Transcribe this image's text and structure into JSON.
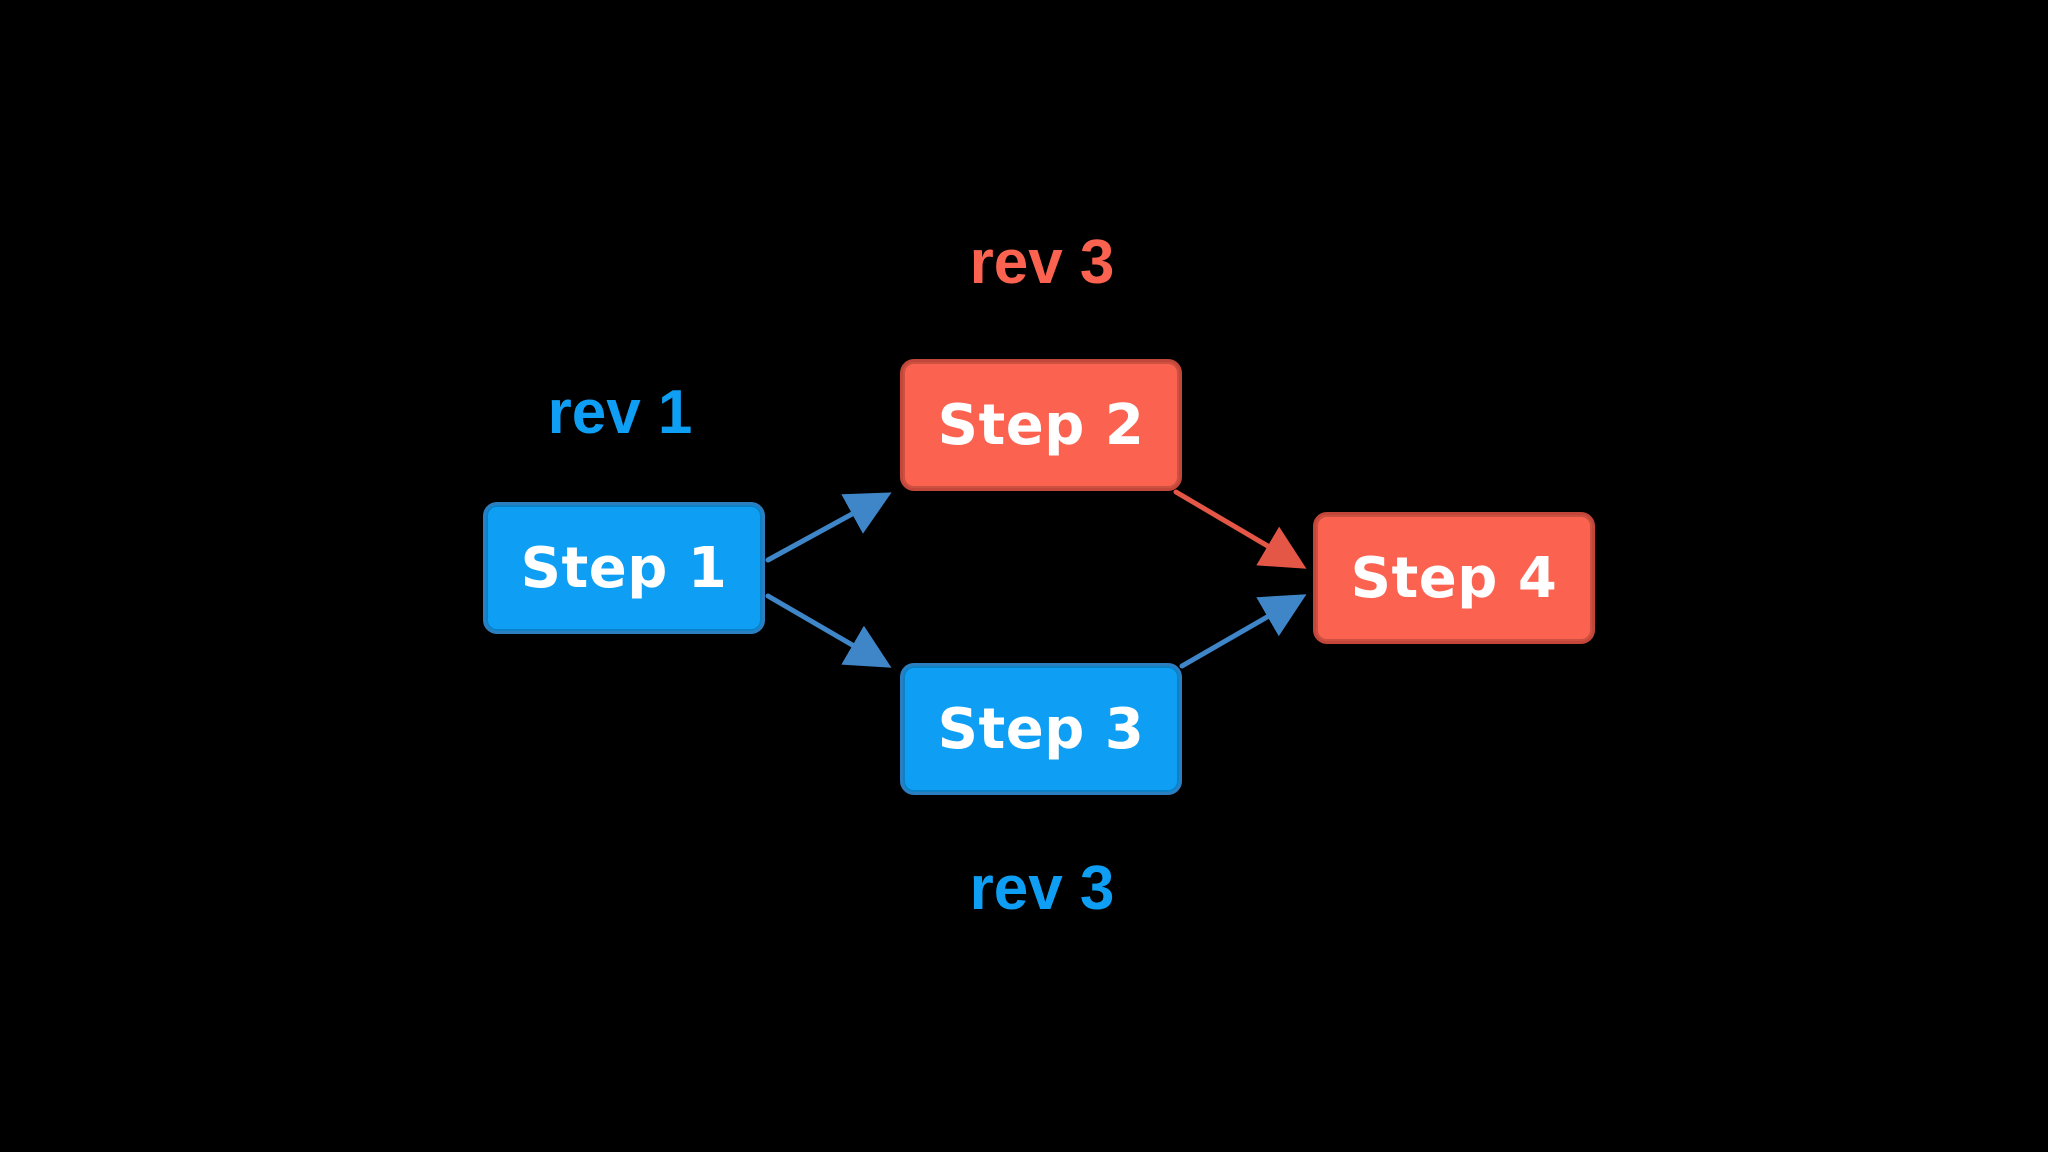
{
  "diagram": {
    "nodes": [
      {
        "id": "step1",
        "label": "Step 1",
        "color": "#0e9ff4"
      },
      {
        "id": "step2",
        "label": "Step 2",
        "color": "#fb6350"
      },
      {
        "id": "step3",
        "label": "Step 3",
        "color": "#0e9ff4"
      },
      {
        "id": "step4",
        "label": "Step 4",
        "color": "#fb6350"
      }
    ],
    "labels": {
      "rev1": "rev 1",
      "rev3_top": "rev 3",
      "rev3_bottom": "rev 3"
    },
    "edges": [
      {
        "from": "step1",
        "to": "step2",
        "color": "#3f86c9"
      },
      {
        "from": "step1",
        "to": "step3",
        "color": "#3f86c9"
      },
      {
        "from": "step2",
        "to": "step4",
        "color": "#e45646"
      },
      {
        "from": "step3",
        "to": "step4",
        "color": "#3f86c9"
      }
    ],
    "colors": {
      "background": "#000000",
      "blue": "#0e9ff4",
      "red": "#fb6350"
    }
  }
}
